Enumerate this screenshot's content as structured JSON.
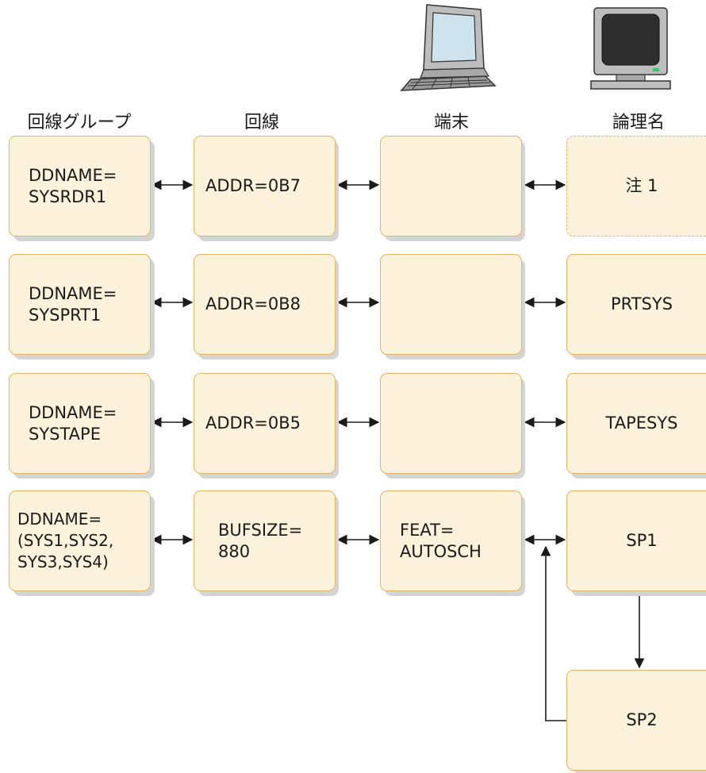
{
  "headers": {
    "line_group": "回線グループ",
    "line": "回線",
    "terminal": "端末",
    "logical_name": "論理名"
  },
  "rows": [
    {
      "line_group": "DDNAME=\nSYSRDR1",
      "line": "ADDR=0B7",
      "terminal": "",
      "logical": "注 1"
    },
    {
      "line_group": "DDNAME=\nSYSPRT1",
      "line": "ADDR=0B8",
      "terminal": "",
      "logical": "PRTSYS"
    },
    {
      "line_group": "DDNAME=\nSYSTAPE",
      "line": "ADDR=0B5",
      "terminal": "",
      "logical": "TAPESYS"
    },
    {
      "line_group": "DDNAME=\n(SYS1,SYS2,\nSYS3,SYS4)",
      "line": "BUFSIZE=\n 880",
      "terminal": "FEAT=\nAUTOSCH",
      "logical": "SP1"
    }
  ],
  "extra_box": "SP2",
  "icons": [
    "desktop-computer-icon",
    "display-terminal-icon"
  ],
  "colors": {
    "box_fill": "#fcf1da",
    "box_border": "#e3b565",
    "shadow": "#d4d4d4",
    "arrow": "#1a1a1a"
  }
}
